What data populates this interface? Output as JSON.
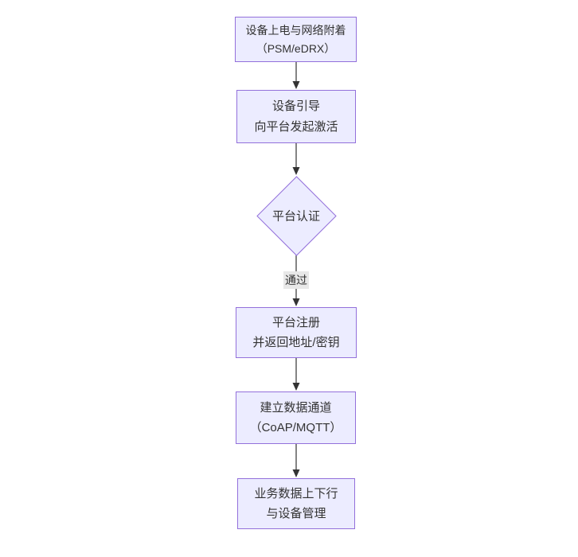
{
  "diagram": {
    "type": "flowchart",
    "direction": "top-down",
    "nodes": [
      {
        "id": "power-on-attach",
        "shape": "rectangle",
        "line1": "设备上电与网络附着",
        "line2": "（PSM/eDRX）"
      },
      {
        "id": "device-bootstrap",
        "shape": "rectangle",
        "line1": "设备引导",
        "line2": "向平台发起激活"
      },
      {
        "id": "platform-auth",
        "shape": "diamond",
        "line1": "平台认证"
      },
      {
        "id": "platform-register",
        "shape": "rectangle",
        "line1": "平台注册",
        "line2": "并返回地址/密钥"
      },
      {
        "id": "data-channel",
        "shape": "rectangle",
        "line1": "建立数据通道",
        "line2": "（CoAP/MQTT）"
      },
      {
        "id": "business-data",
        "shape": "rectangle",
        "line1": "业务数据上下行",
        "line2": "与设备管理"
      }
    ],
    "edges": [
      {
        "from": "power-on-attach",
        "to": "device-bootstrap",
        "label": ""
      },
      {
        "from": "device-bootstrap",
        "to": "platform-auth",
        "label": ""
      },
      {
        "from": "platform-auth",
        "to": "platform-register",
        "label": "通过"
      },
      {
        "from": "platform-register",
        "to": "data-channel",
        "label": ""
      },
      {
        "from": "data-channel",
        "to": "business-data",
        "label": ""
      }
    ]
  },
  "theme": {
    "background": "#ffffff",
    "node_fill": "#ececff",
    "node_border": "#9370db",
    "text_color": "#333333",
    "arrow_color": "#333333",
    "edge_label_bg": "#e8e8e8"
  }
}
